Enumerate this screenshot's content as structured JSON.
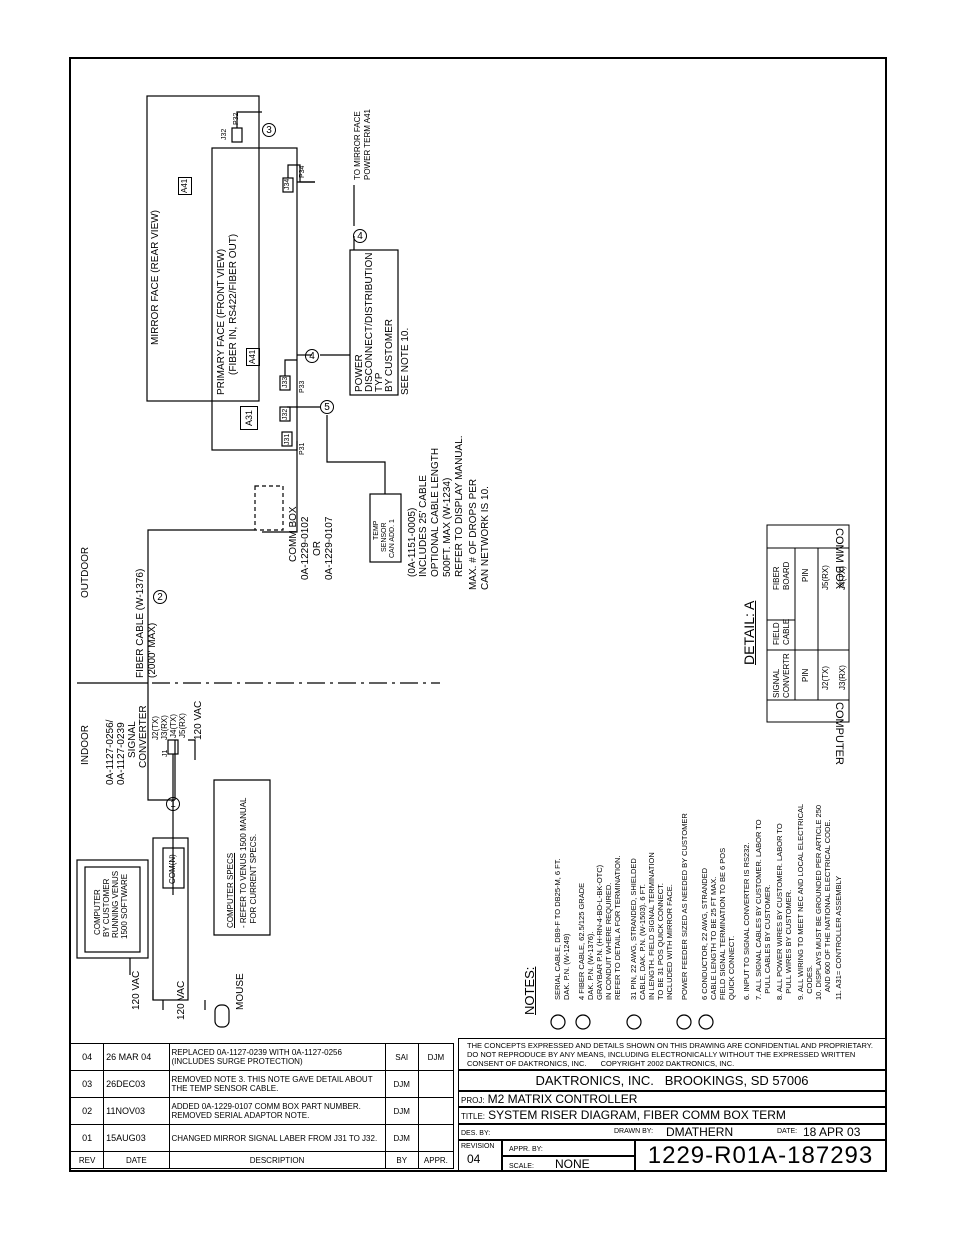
{
  "diagram": {
    "mirror_face": "MIRROR FACE (REAR VIEW)",
    "primary_face": "PRIMARY FACE (FRONT VIEW)",
    "primary_face_sub": "(FIBER IN, RS422/FIBER OUT)",
    "a41": "A41",
    "a41b": "A41",
    "a31": "A31",
    "j32": "J32",
    "p32": "P32",
    "j34": "J34",
    "p34": "P34",
    "j33": "J33",
    "p33": "P33",
    "j32b": "J32",
    "j31": "J31",
    "p31": "P31",
    "to_mirror": "TO MIRROR FACE",
    "to_mirror2": "POWER TERM A41",
    "power_disc": [
      "POWER",
      "DISCONNECT/DISTRIBUTION",
      "TYP",
      "BY CUSTOMER"
    ],
    "see_note": "SEE NOTE 10.",
    "outdoor": "OUTDOOR",
    "indoor": "INDOOR",
    "fiber_cable": "FIBER CABLE (W-1376)",
    "fiber_max": "(2000' MAX)",
    "comm_box": [
      "COMM BOX",
      "0A-1229-0102",
      "OR",
      "0A-1229-0107"
    ],
    "temp_sensor": [
      "TEMP",
      "SENSOR",
      "CAN ADD. 1"
    ],
    "cable_notes": [
      "(0A-1151-0005)",
      "INCLUDES 25' CABLE",
      "OPTIONAL CABLE LENGTH",
      "500FT. MAX (W-1234)",
      "REFER TO DISPLAY MANUAL.",
      "MAX. # OF DROPS PER",
      "CAN NETWORK IS 10."
    ],
    "signal_conv": [
      "0A-1127-0256/",
      "0A-1127-0239",
      "SIGNAL",
      "CONVERTER"
    ],
    "conv_ports": [
      "J2(TX)",
      "J3(RX)",
      "J4(TX)",
      "J5(RX)"
    ],
    "j1": "J1",
    "vac120a": "120 VAC",
    "vac120b": "120 VAC",
    "vac120c": "120 VAC",
    "computer": [
      "COMPUTER",
      "BY CUSTOMER",
      "RUNNING VENUS",
      "1500 SOFTWARE"
    ],
    "com_n": "COM(N)",
    "mouse": "MOUSE",
    "computer_specs_title": "COMPUTER SPECS",
    "computer_specs": [
      "- REFER TO VENUS 1500 MANUAL",
      "  FOR CURRENT SPECS."
    ],
    "notes_title": "NOTES:",
    "notes": [
      "SERIAL CABLE, DB9-F TO DB25-M, 6 FT.\nDAK. P.N. (W-1249)",
      "4 FIBER CABLE, 62.5/125 GRADE\nDAK. P.N. (W-1376).\nGRAYBAR P.N. (H-RN-4-BO-L-BK-OTC)\nIN CONDUIT WHERE REQUIRED.\nREFER TO DETAIL A FOR TERMINATION.",
      "31 PIN, 22 AWG, STRANDED, SHIELDED\nCABLE, DAK. P.N. (W-1503). 6 FT.\nIN LENGTH. FIELD SIGNAL TERMINATION\nTO BE 31 POS QUICK CONNECT.\nINCLUDED WITH MIRROR FACE.",
      "POWER FEEDER SIZED AS NEEDED BY CUSTOMER",
      "6 CONDUCTOR, 22 AWG, STRANDED\nCABLE LENGTH TO BE 25 FT MAX.\nFIELD SIGNAL TERMINATION TO BE 6 POS\nQUICK CONNECT.",
      "6. INPUT TO SIGNAL CONVERTER IS RS232.",
      "7. ALL SIGNAL CABLES BY CUSTOMER. LABOR TO\n   PULL CABLES BY CUSTOMER.",
      "8. ALL POWER WIRES BY CUSTOMER. LABOR TO\n   PULL WIRES BY CUSTOMER.",
      "9. ALL WIRING TO MEET NEC AND LOCAL ELECTRICAL\n   CODES.",
      "10. DISPLAYS MUST BE GROUNDED PER ARTICLE 250\n    AND 600 OF THE NATIONAL ELECTRICAL CODE.",
      "11. A31= CONTROLLER ASSEMBLY"
    ],
    "detail_title": "DETAIL: A",
    "detail_computer": "COMPUTER",
    "detail_comm": "COMM BOX",
    "detail_cols": [
      "SIGNAL CONVERTR",
      "FIELD CABLE",
      "FIBER BOARD"
    ],
    "detail_pin": "PIN",
    "detail_rows": [
      [
        "J2(TX)",
        "J5(RX)"
      ],
      [
        "J3(RX)",
        "J4(TX)"
      ]
    ],
    "circle_nums": [
      "1",
      "2",
      "3",
      "4",
      "5"
    ]
  },
  "revisions": [
    {
      "rev": "04",
      "date": "26 MAR 04",
      "desc": "REPLACED 0A-1127-0239 WITH 0A-1127-0256 (INCLUDES SURGE PROTECTION)",
      "by": "SAI",
      "appr": "DJM"
    },
    {
      "rev": "03",
      "date": "26DEC03",
      "desc": "REMOVED NOTE 3. THIS NOTE GAVE DETAIL ABOUT THE TEMP SENSOR CABLE.",
      "by": "DJM",
      "appr": ""
    },
    {
      "rev": "02",
      "date": "11NOV03",
      "desc": "ADDED 0A-1229-0107 COMM BOX PART NUMBER. REMOVED SERIAL ADAPTOR NOTE.",
      "by": "DJM",
      "appr": ""
    },
    {
      "rev": "01",
      "date": "15AUG03",
      "desc": "CHANGED MIRROR SIGNAL LABER FROM J31 TO J32.",
      "by": "DJM",
      "appr": ""
    }
  ],
  "rev_headers": {
    "rev": "REV",
    "date": "DATE",
    "desc": "DESCRIPTION",
    "by": "BY",
    "appr": "APPR."
  },
  "title_block": {
    "confidential": "THE CONCEPTS EXPRESSED AND DETAILS SHOWN ON THIS DRAWING ARE CONFIDENTIAL AND PROPRIETARY. DO NOT REPRODUCE BY ANY MEANS, INCLUDING ELECTRONICALLY WITHOUT THE EXPRESSED WRITTEN CONSENT OF DAKTRONICS, INC.",
    "copyright": "COPYRIGHT 2002 DAKTRONICS, INC.",
    "company": "DAKTRONICS, INC.   BROOKINGS, SD 57006",
    "proj_label": "PROJ:",
    "proj": "M2 MATRIX CONTROLLER",
    "title_label": "TITLE:",
    "title": "SYSTEM RISER DIAGRAM, FIBER COMM BOX TERM",
    "des_label": "DES. BY:",
    "drawn_label": "DRAWN BY:",
    "drawn": "DMATHERN",
    "date_label": "DATE:",
    "date": "18 APR 03",
    "revision_label": "REVISION",
    "revision": "04",
    "appr_label": "APPR. BY:",
    "scale_label": "SCALE:",
    "scale": "NONE",
    "drawing_no": "1229-R01A-187293"
  }
}
